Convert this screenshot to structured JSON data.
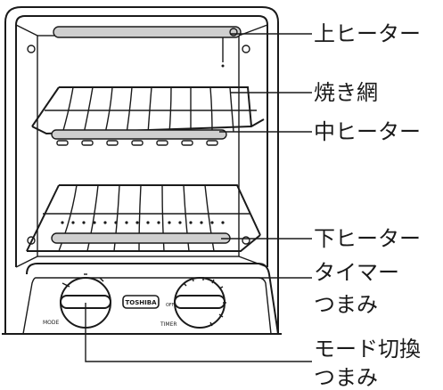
{
  "callouts": {
    "upper_heater": "上ヒーター",
    "grill_rack": "焼き網",
    "middle_heater": "中ヒーター",
    "lower_heater": "下ヒーター",
    "timer_knob_line1": "タイマー",
    "timer_knob_line2": "つまみ",
    "mode_knob_line1": "モード切換",
    "mode_knob_line2": "つまみ"
  },
  "panel": {
    "brand": "TOSHIBA",
    "mode_label": "MODE",
    "timer_label": "TIMER",
    "timer_off": "OFF"
  }
}
